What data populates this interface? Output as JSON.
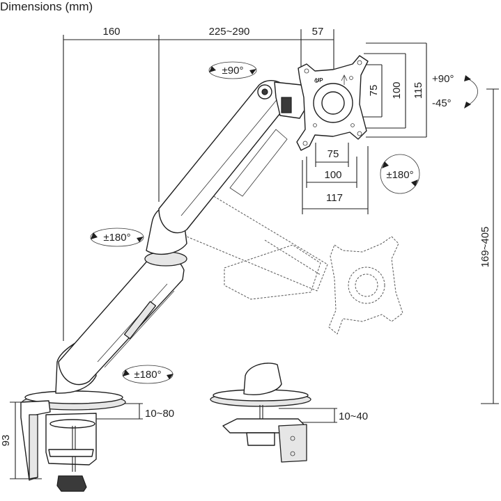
{
  "title": "Dimensions (mm)",
  "dimensions": {
    "arm_segment_lower": "160",
    "arm_segment_upper": "225~290",
    "head_offset": "57",
    "vesa_small_h": "75",
    "vesa_large_h": "100",
    "plate_height": "115",
    "vesa_small_w": "75",
    "vesa_large_w": "100",
    "plate_width": "117",
    "height_range": "169~405",
    "clamp_height": "93",
    "desk_clamp_range": "10~80",
    "grommet_range": "10~40"
  },
  "rotations": {
    "head_swivel": "±90°",
    "tilt_up": "+90°",
    "tilt_down": "-45°",
    "plate_rotation": "±180°",
    "elbow_rotation": "±180°",
    "base_rotation": "±180°"
  },
  "up_marker": "UP"
}
